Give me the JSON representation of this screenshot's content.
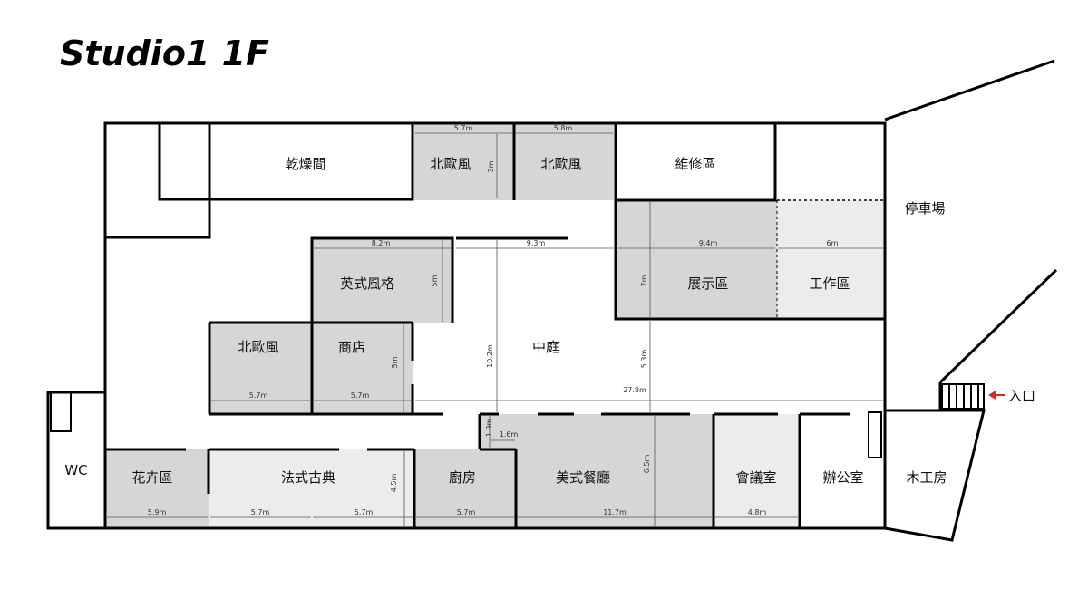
{
  "title": "Studio1 1F",
  "colors": {
    "room_gray": "#d6d6d6",
    "room_light": "#ececec",
    "wall": "#000000",
    "arrow": "#d62828",
    "dimension": "#555555"
  },
  "rooms": {
    "drying": "乾燥間",
    "nordic_top1": "北歐風",
    "nordic_top2": "北歐風",
    "repair": "維修區",
    "parking": "停車場",
    "english": "英式風格",
    "showroom": "展示區",
    "workarea": "工作區",
    "nordic_mid": "北歐風",
    "shop": "商店",
    "courtyard": "中庭",
    "entrance": "入口",
    "wc": "WC",
    "flower": "花卉區",
    "french": "法式古典",
    "kitchen": "廚房",
    "american": "美式餐廳",
    "meeting": "會議室",
    "office": "辦公室",
    "carpentry": "木工房"
  },
  "dimensions": {
    "nordic_top1_width": "5.7m",
    "nordic_top2_width": "5.8m",
    "nordic_top1_depth": "3m",
    "english_width": "8.2m",
    "english_depth": "5m",
    "corridor_width": "9.3m",
    "showroom_width": "9.4m",
    "showroom_depth": "7m",
    "workarea_width": "6m",
    "courtyard_depth": "10.2m",
    "courtyard_side": "5.3m",
    "nordic_mid_width": "5.7m",
    "shop_width": "5.7m",
    "shop_depth": "5m",
    "total_length": "27.8m",
    "step_depth": "1.9m",
    "step_width": "1.6m",
    "american_depth": "6.5m",
    "flower_width": "5.9m",
    "french_width1": "5.7m",
    "french_width2": "5.7m",
    "french_depth": "4.5m",
    "kitchen_width": "5.7m",
    "american_width": "11.7m",
    "meeting_width": "4.8m"
  }
}
